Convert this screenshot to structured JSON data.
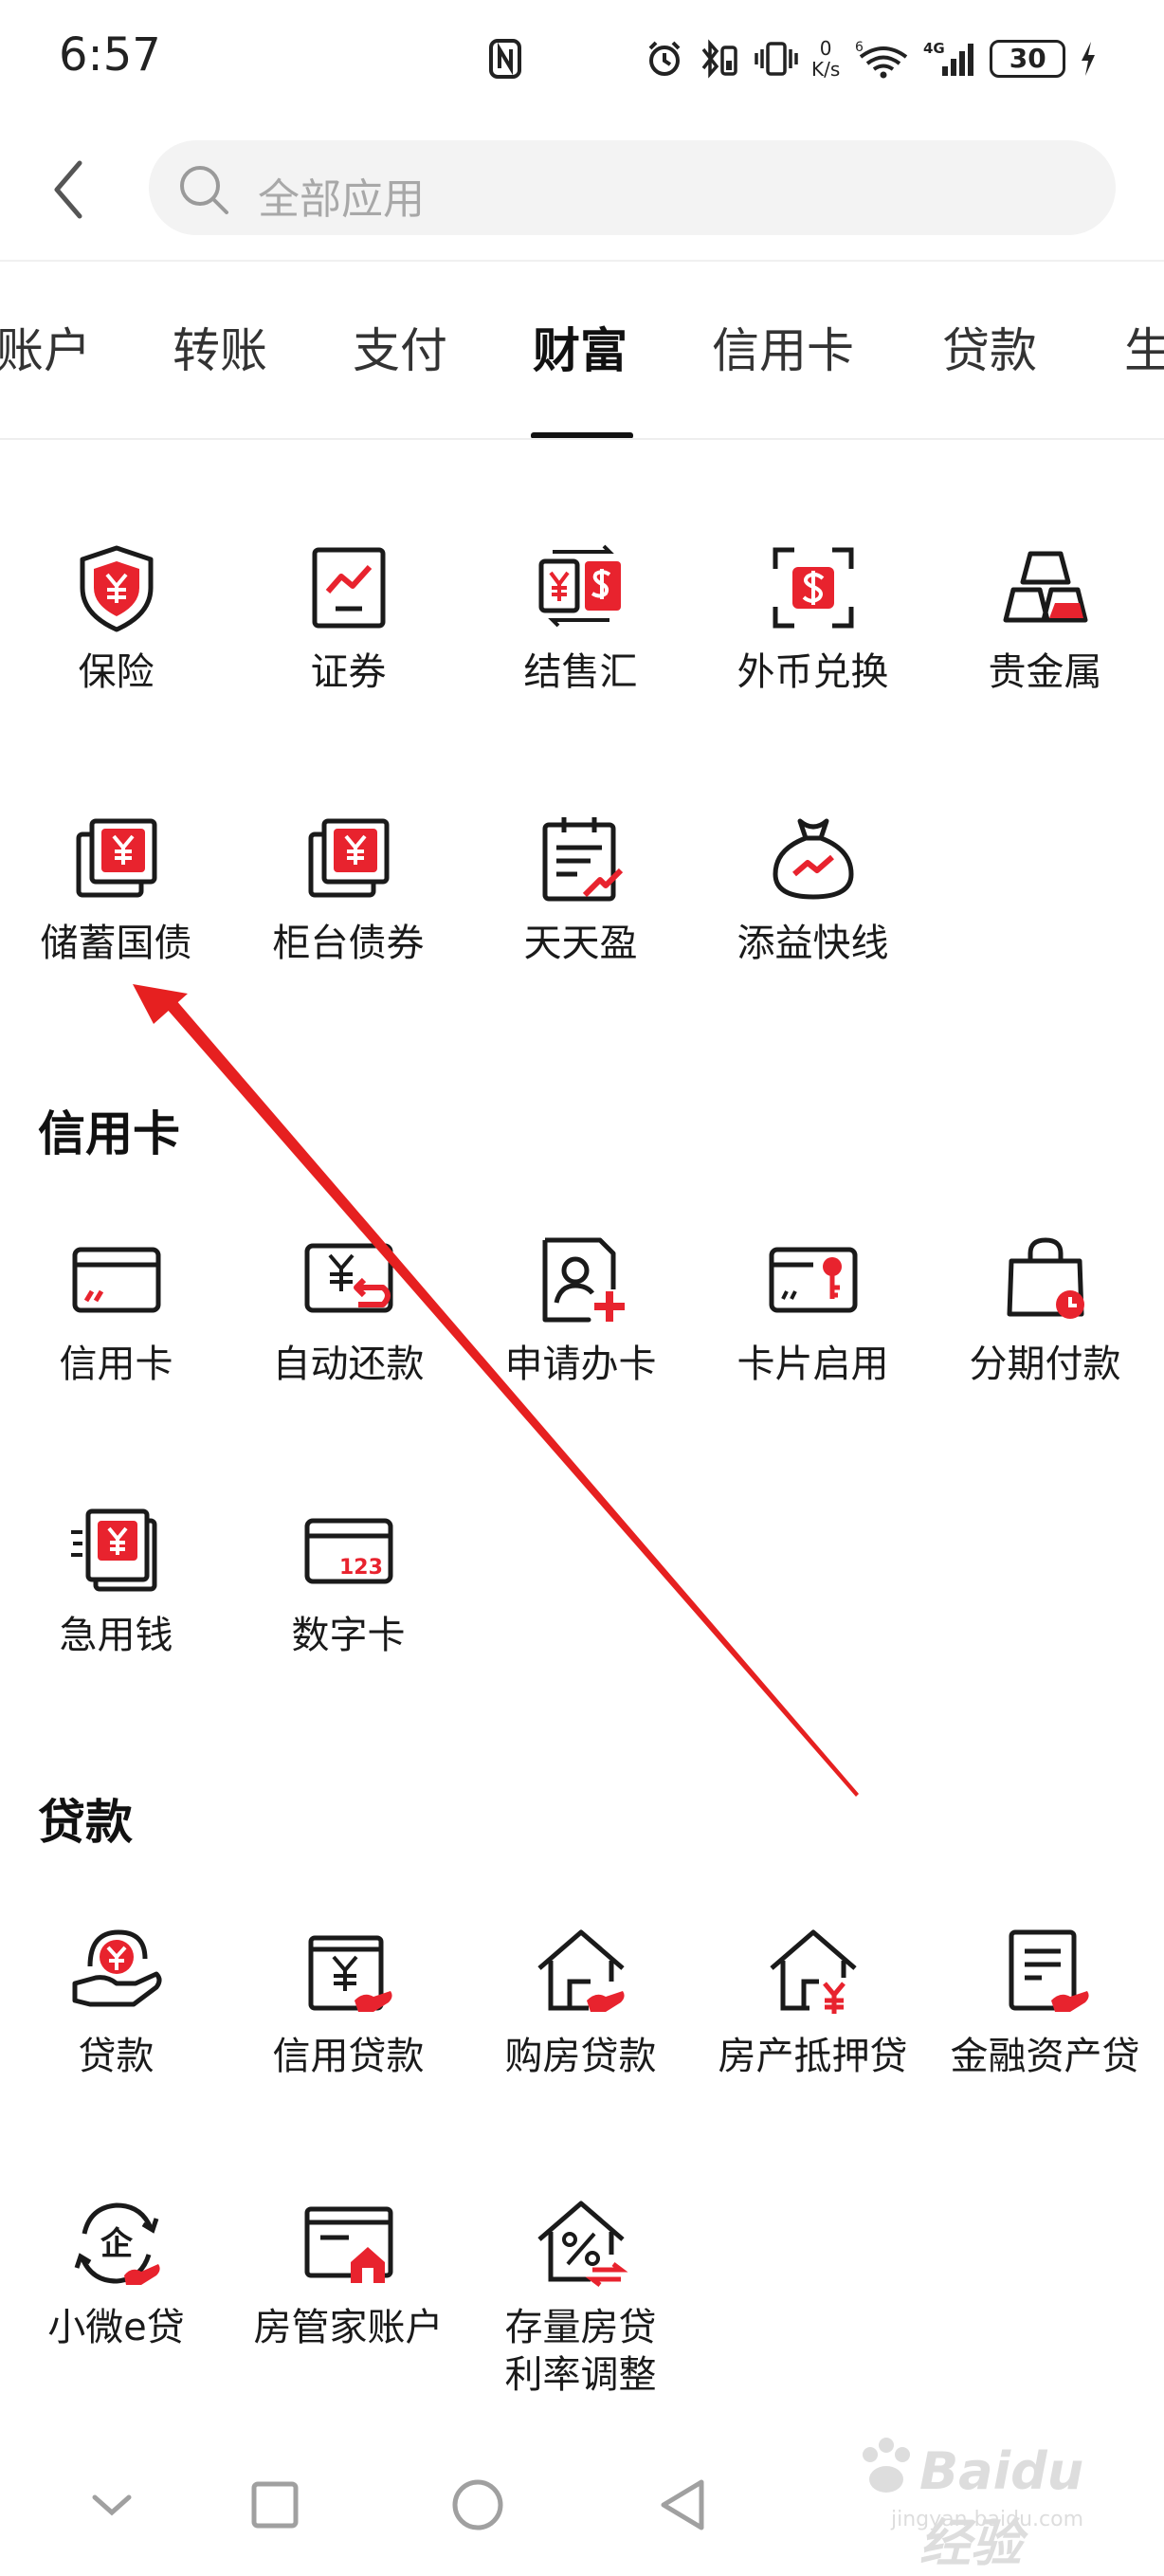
{
  "status": {
    "time": "6:57",
    "net_value": "0",
    "net_unit": "K/s",
    "wifi_num": "6",
    "network": "4G",
    "battery": "30"
  },
  "search": {
    "placeholder": "全部应用"
  },
  "tabs": [
    {
      "label": "账户"
    },
    {
      "label": "转账"
    },
    {
      "label": "支付"
    },
    {
      "label": "财富",
      "active": true
    },
    {
      "label": "信用卡"
    },
    {
      "label": "贷款"
    },
    {
      "label": "生"
    }
  ],
  "wealth": {
    "items": [
      {
        "label": "保险",
        "icon": "shield-yuan-icon"
      },
      {
        "label": "证券",
        "icon": "stock-chart-icon"
      },
      {
        "label": "结售汇",
        "icon": "currency-exchange-icon"
      },
      {
        "label": "外币兑换",
        "icon": "dollar-scan-icon"
      },
      {
        "label": "贵金属",
        "icon": "gold-bars-icon"
      },
      {
        "label": "储蓄国债",
        "icon": "bond-stack-icon"
      },
      {
        "label": "柜台债券",
        "icon": "bond-stack-icon"
      },
      {
        "label": "天天盈",
        "icon": "calendar-trend-icon"
      },
      {
        "label": "添益快线",
        "icon": "money-bag-icon"
      }
    ]
  },
  "credit": {
    "title": "信用卡",
    "items": [
      {
        "label": "信用卡",
        "icon": "credit-card-icon"
      },
      {
        "label": "自动还款",
        "icon": "auto-repay-icon"
      },
      {
        "label": "申请办卡",
        "icon": "apply-card-icon"
      },
      {
        "label": "卡片启用",
        "icon": "card-key-icon"
      },
      {
        "label": "分期付款",
        "icon": "bag-clock-icon"
      },
      {
        "label": "急用钱",
        "icon": "urgent-cash-icon"
      },
      {
        "label": "数字卡",
        "icon": "digital-card-icon"
      }
    ],
    "digital_card_text": "123"
  },
  "loan": {
    "title": "贷款",
    "items": [
      {
        "label": "贷款",
        "icon": "hand-yuan-icon"
      },
      {
        "label": "信用贷款",
        "icon": "credit-loan-icon"
      },
      {
        "label": "购房贷款",
        "icon": "house-hand-icon"
      },
      {
        "label": "房产抵押贷",
        "icon": "house-yuan-icon"
      },
      {
        "label": "金融资产贷",
        "icon": "document-hand-icon"
      },
      {
        "label": "小微e贷",
        "icon": "enterprise-cycle-icon"
      },
      {
        "label": "房管家账户",
        "icon": "window-house-icon"
      },
      {
        "label": "存量房贷\n利率调整",
        "icon": "house-percent-icon"
      }
    ],
    "enterprise_char": "企"
  },
  "watermark": {
    "brand": "Baidu经验",
    "url": "jingyan.baidu.com"
  },
  "colors": {
    "accent": "#e8232e",
    "annotation": "#e62020"
  }
}
